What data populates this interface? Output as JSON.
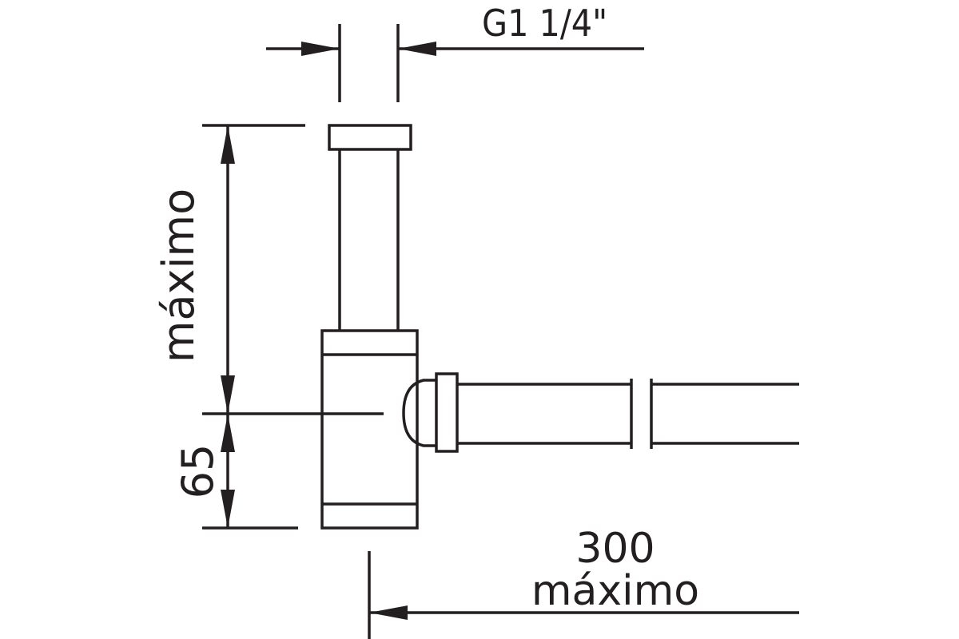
{
  "diagram": {
    "labels": {
      "thread_size": "G1 1/4\"",
      "height_max": "máximo",
      "outlet_height": "65",
      "length_value": "300",
      "length_max": "máximo"
    },
    "colors": {
      "ink": "#231f20",
      "background": "#ffffff"
    }
  }
}
